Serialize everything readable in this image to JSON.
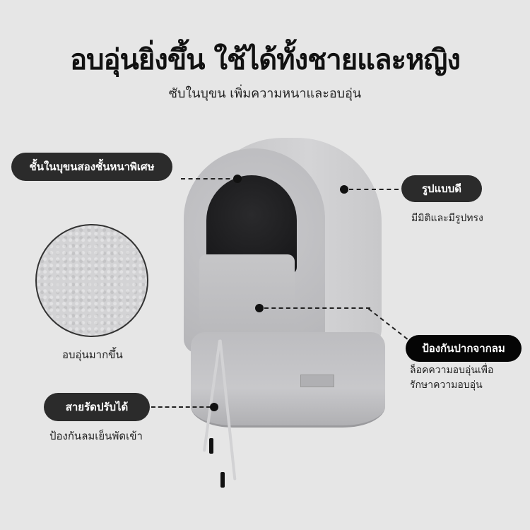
{
  "header": {
    "title": "อบอุ่นยิ่งขึ้น ใช้ได้ทั้งชายและหญิง",
    "subtitle": "ซับในบุขน เพิ่มความหนาและอบอุ่น"
  },
  "callouts": [
    {
      "label": "ชั้นในบุขนสองชั้นหนาพิเศษ",
      "caption": ""
    },
    {
      "label": "รูปแบบดี",
      "caption": "มีมิติและมีรูปทรง"
    },
    {
      "label": "ป้องกันปากจากลม",
      "caption_lines": [
        "ล็อคความอบอุ่นเพื่อ",
        "รักษาความอบอุ่น"
      ]
    },
    {
      "label": "สายรัดปรับได้",
      "caption": "ป้องกันลมเย็นพัดเข้า"
    }
  ],
  "fleece_swatch": {
    "caption": "อบอุ่นมากขึ้น"
  },
  "colors": {
    "background": "#e6e6e6",
    "pill_dark": "#2b2b2b",
    "pill_black": "#050505",
    "product": "#c4c4c6"
  }
}
